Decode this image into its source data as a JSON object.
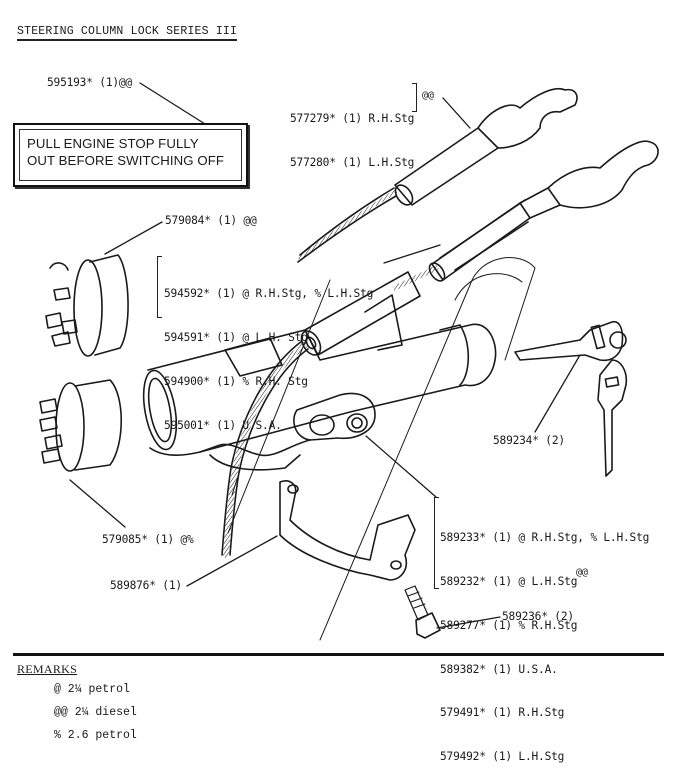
{
  "title": "STEERING COLUMN LOCK  SERIES III",
  "warning_label": {
    "line1": "PULL ENGINE STOP FULLY",
    "line2": "OUT BEFORE SWITCHING OFF"
  },
  "callouts": {
    "label_595193": "595193* (1)@@",
    "group_577": {
      "rows": [
        "577279* (1) R.H.Stg",
        "577280* (1) L.H.Stg"
      ],
      "suffix": "@@"
    },
    "label_579084": "579084* (1) @@",
    "group_594": {
      "rows": [
        "594592* (1) @ R.H.Stg, % L.H.Stg",
        "594591* (1) @ L.H. Stg",
        "594900* (1) % R.H. Stg",
        "595001* (1) U.S.A."
      ]
    },
    "label_589234": "589234* (2)",
    "group_589": {
      "rows": [
        "589233* (1) @ R.H.Stg, % L.H.Stg",
        "589232* (1) @ L.H.Stg",
        "589277* (1) % R.H.Stg",
        "589382* (1) U.S.A.",
        "579491* (1) R.H.Stg",
        "579492* (1) L.H.Stg"
      ],
      "suffix": "@@"
    },
    "label_579085": "579085* (1) @%",
    "label_589876": "589876* (1)",
    "label_589236": "589236* (2)"
  },
  "remarks": {
    "heading": "REMARKS",
    "items": [
      "@ 2¼ petrol",
      "@@ 2¼ diesel",
      "% 2.6 petrol"
    ]
  },
  "colors": {
    "ink": "#1a1a1a",
    "paper": "#ffffff"
  }
}
